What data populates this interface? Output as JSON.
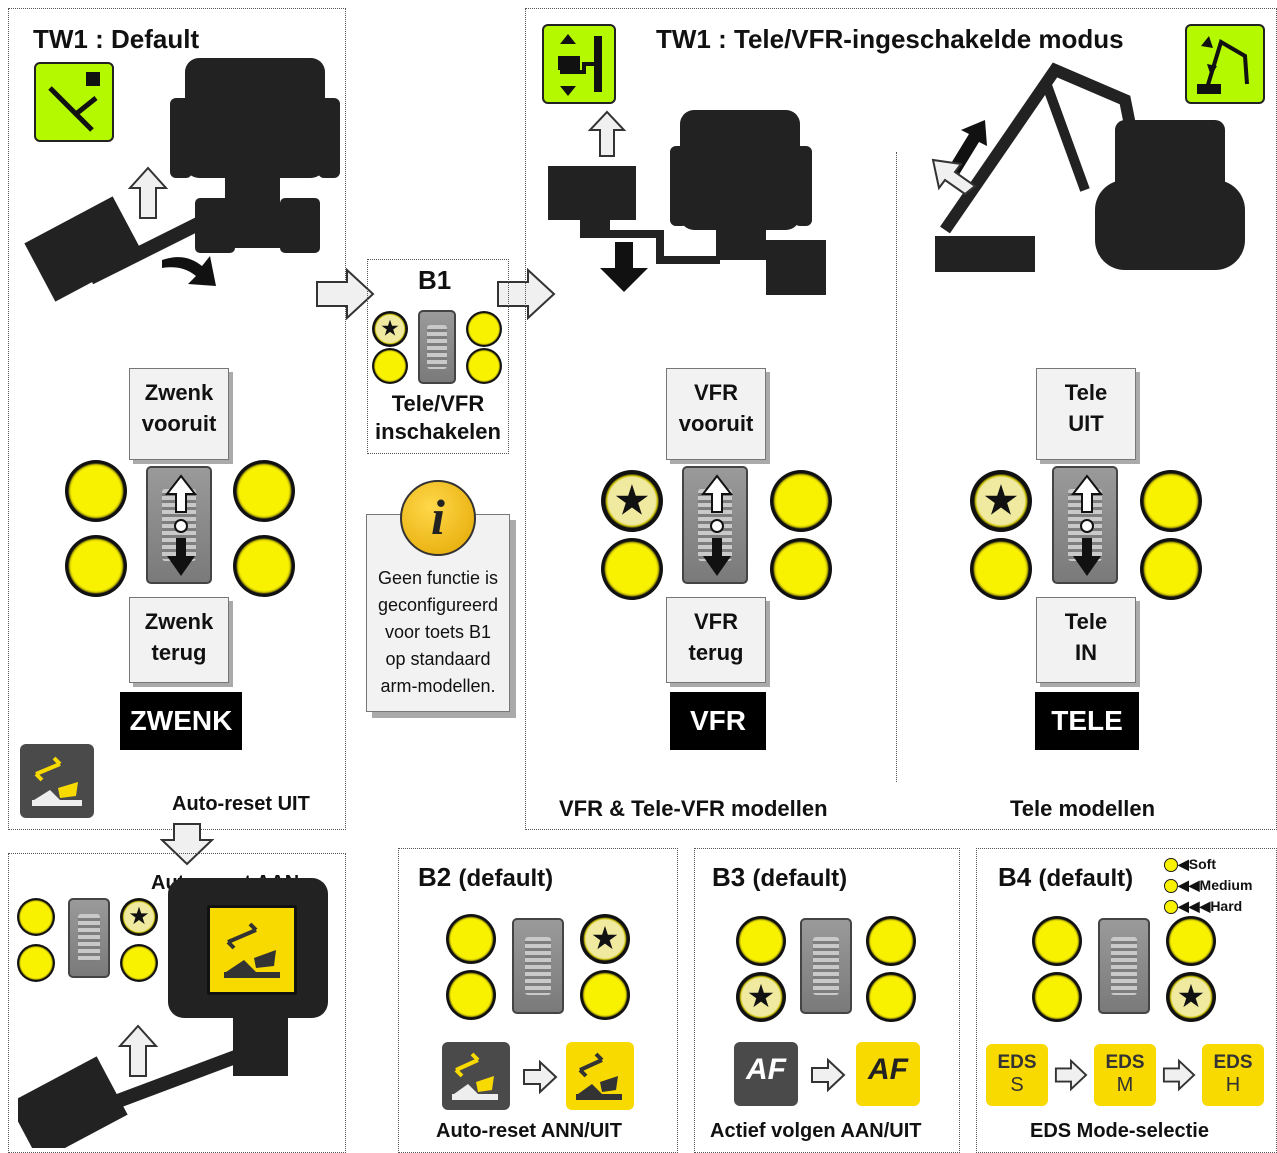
{
  "tw1_default": {
    "title": "TW1 : Default",
    "up_label": [
      "Zwenk",
      "vooruit"
    ],
    "down_label": [
      "Zwenk",
      "terug"
    ],
    "mode": "ZWENK",
    "auto_reset_off": "Auto-reset UIT"
  },
  "b1": {
    "title": "B1",
    "caption": [
      "Tele/VFR",
      "inschakelen"
    ]
  },
  "info": {
    "lines": [
      "Geen functie is",
      "geconfigureerd",
      "voor toets B1",
      "op standaard",
      "arm-modellen."
    ]
  },
  "tw1_tele": {
    "title": "TW1 : Tele/VFR-ingeschakelde modus"
  },
  "vfr": {
    "up_label": [
      "VFR",
      "vooruit"
    ],
    "down_label": [
      "VFR",
      "terug"
    ],
    "mode": "VFR",
    "models": "VFR & Tele-VFR modellen"
  },
  "tele": {
    "up_label": [
      "Tele",
      "UIT"
    ],
    "down_label": [
      "Tele",
      "IN"
    ],
    "mode": "TELE",
    "models": "Tele modellen"
  },
  "auto_reset_on": {
    "title": "Auto-reset AAN"
  },
  "b2": {
    "title_main": "B2",
    "title_sub": "(default)",
    "caption": "Auto-reset ANN/UIT"
  },
  "b3": {
    "title_main": "B3",
    "title_sub": "(default)",
    "caption": "Actief volgen AAN/UIT",
    "icon_text": "AF"
  },
  "b4": {
    "title_main": "B4",
    "title_sub": "(default)",
    "caption": "EDS Mode-selectie",
    "legend": [
      "Soft",
      "Medium",
      "Hard"
    ],
    "legend_arrows": [
      "◀",
      "◀◀",
      "◀◀◀"
    ],
    "eds": [
      {
        "top": "EDS",
        "bot": "S"
      },
      {
        "top": "EDS",
        "bot": "M"
      },
      {
        "top": "EDS",
        "bot": "H"
      }
    ]
  },
  "colors": {
    "button_yellow": "#f8f100",
    "icon_green": "#b5f900",
    "icon_yellow": "#f8d900",
    "dark_icon": "#4a4a4a"
  }
}
